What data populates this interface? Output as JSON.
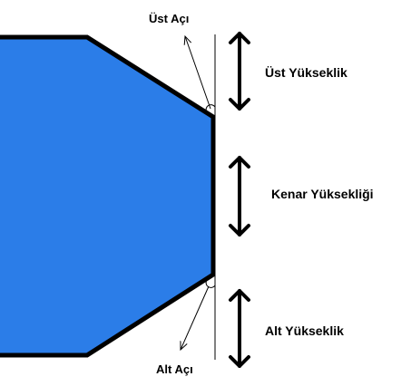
{
  "labels": {
    "top_angle": "Üst Açı",
    "top_height": "Üst Yükseklik",
    "edge_height": "Kenar Yüksekliği",
    "bottom_height": "Alt Yükseklik",
    "bottom_angle": "Alt Açı"
  },
  "colors": {
    "shape_fill": "#2b7de8",
    "outline": "#000000",
    "background": "#ffffff"
  }
}
